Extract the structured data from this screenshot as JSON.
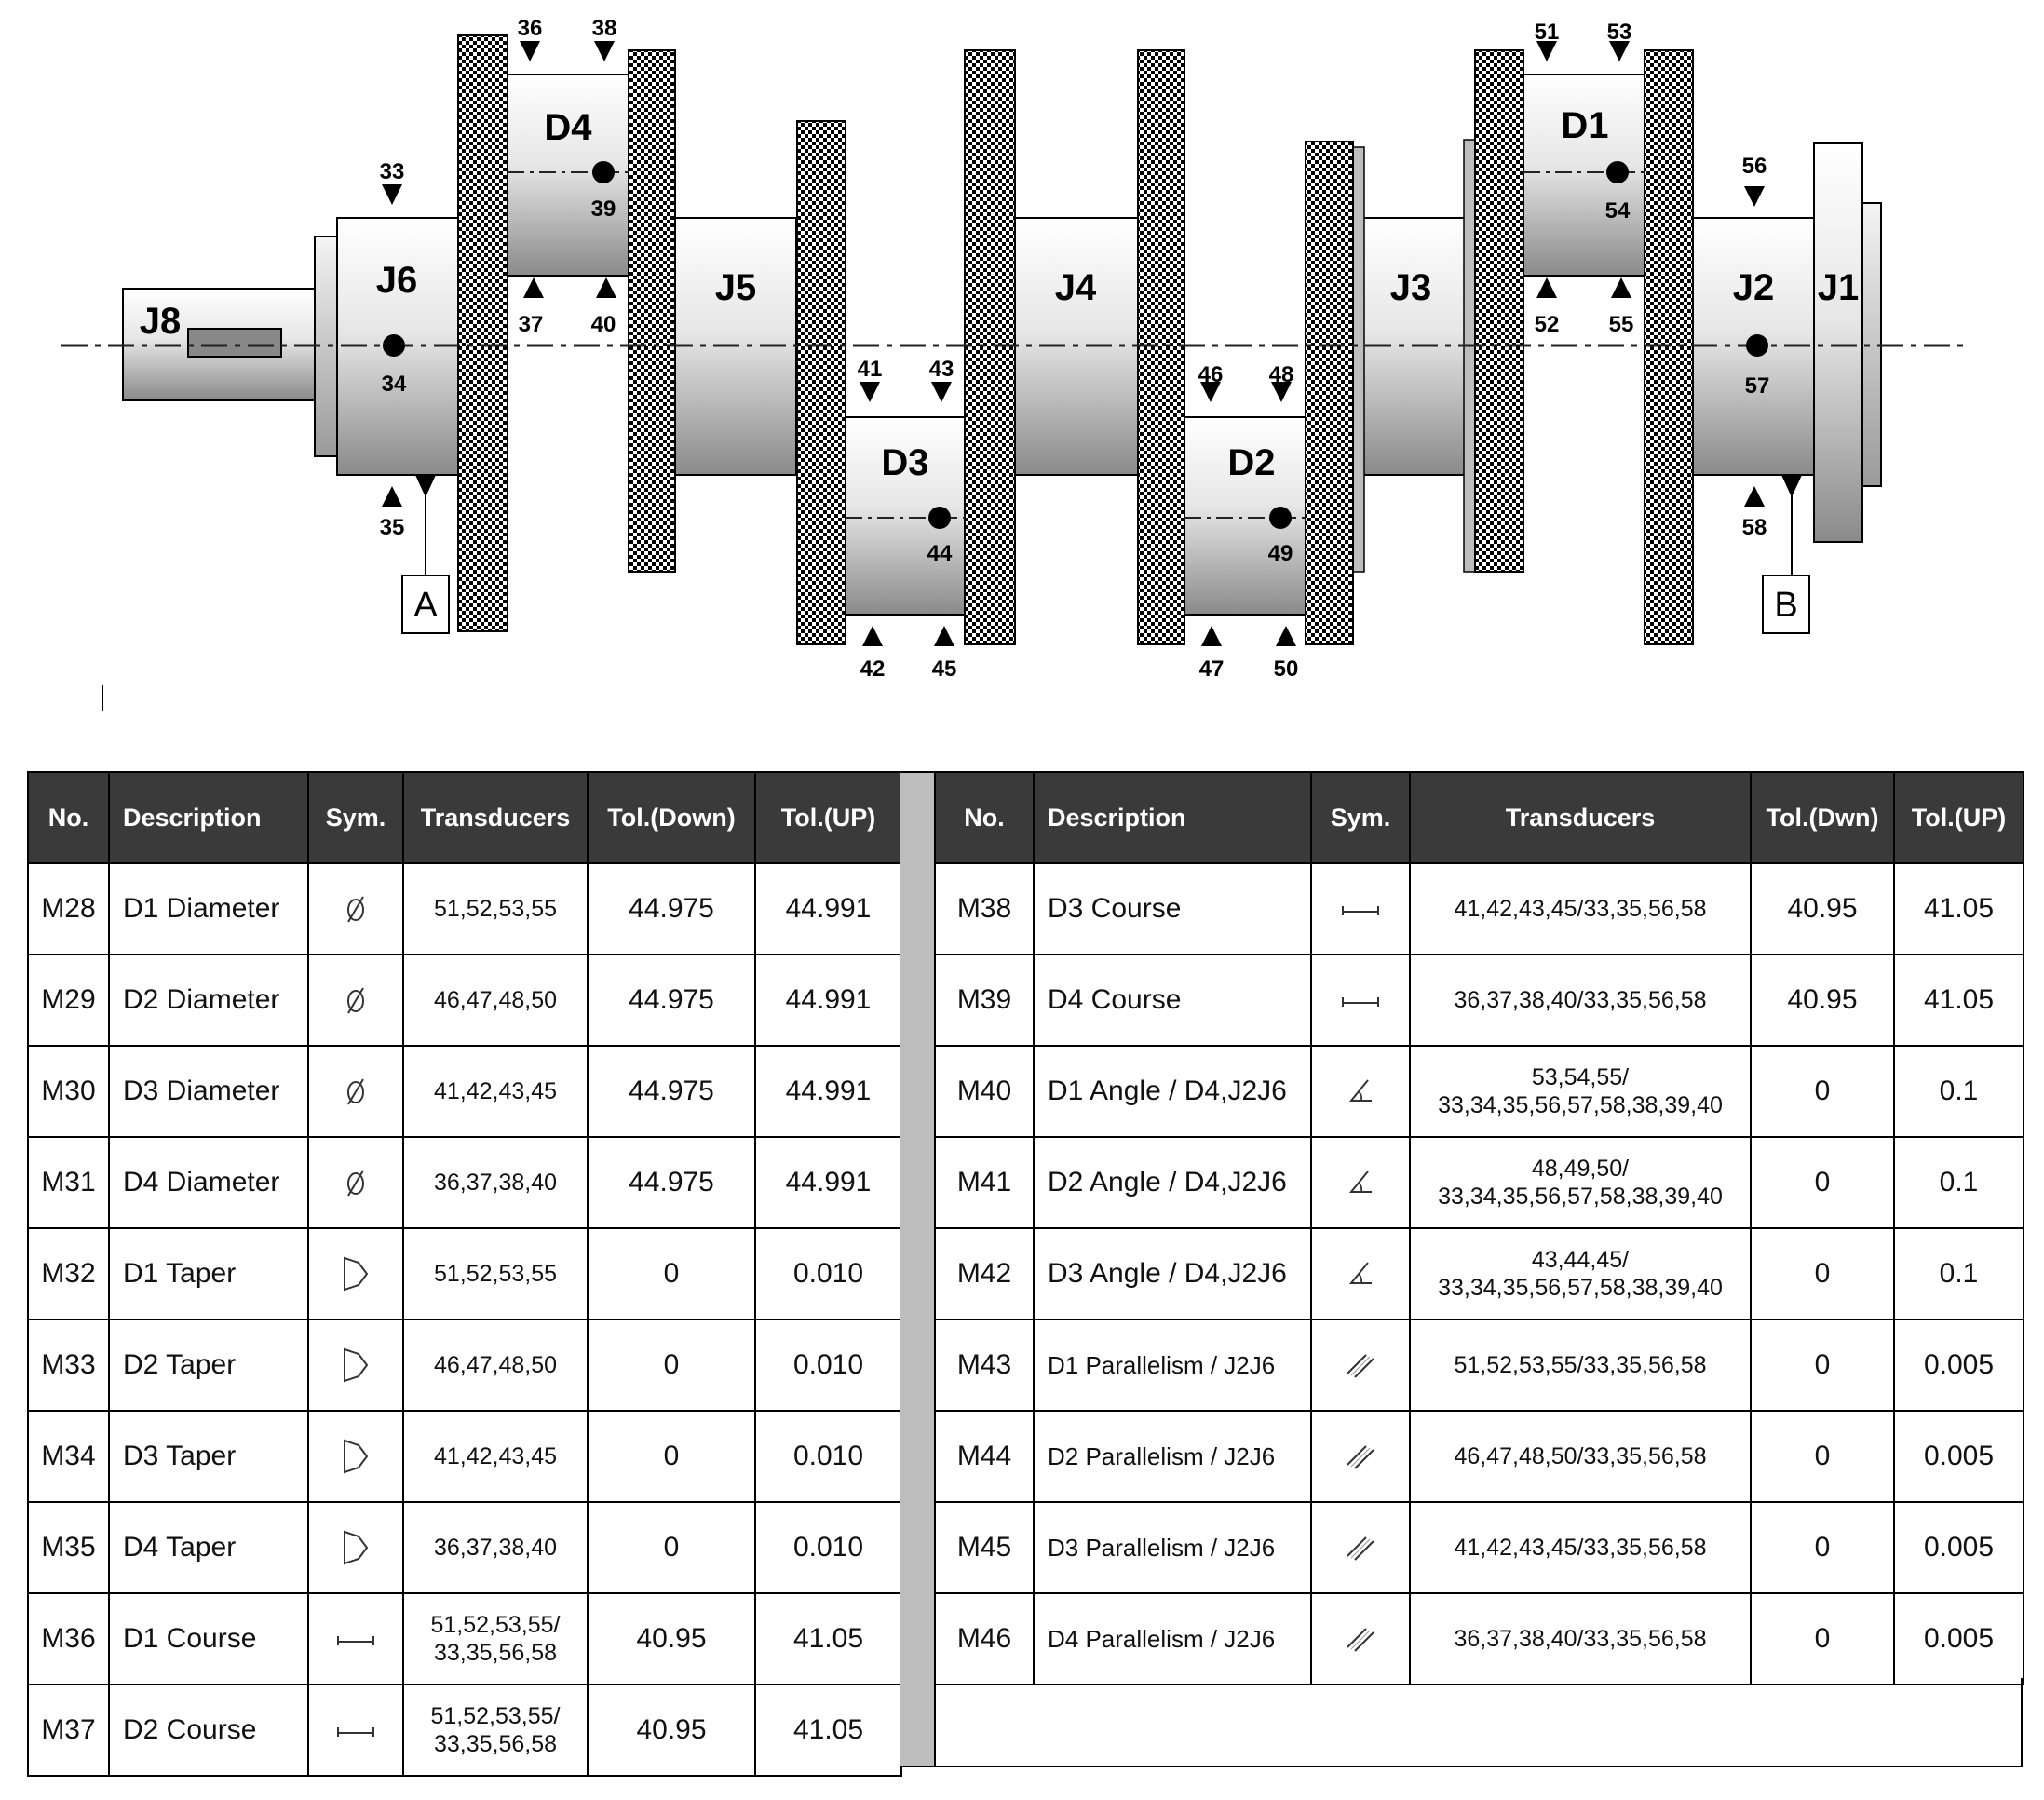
{
  "diagram": {
    "journals": [
      "J8",
      "J6",
      "J5",
      "J4",
      "J3",
      "J2",
      "J1"
    ],
    "pins": [
      "D4",
      "D3",
      "D2",
      "D1"
    ],
    "transducer_labels": [
      "33",
      "34",
      "35",
      "36",
      "37",
      "38",
      "39",
      "40",
      "41",
      "42",
      "43",
      "44",
      "45",
      "46",
      "47",
      "48",
      "49",
      "50",
      "51",
      "52",
      "53",
      "54",
      "55",
      "56",
      "57",
      "58"
    ],
    "datum_a": "A",
    "datum_b": "B"
  },
  "table_left": {
    "headers": [
      "No.",
      "Description",
      "Sym.",
      "Transducers",
      "Tol.(Down)",
      "Tol.(UP)"
    ],
    "rows": [
      {
        "no": "M28",
        "desc": "D1  Diameter",
        "sym": "diameter-icon",
        "tr1": "51,52,53,55",
        "tr2": "",
        "down": "44.975",
        "up": "44.991"
      },
      {
        "no": "M29",
        "desc": "D2  Diameter",
        "sym": "diameter-icon",
        "tr1": "46,47,48,50",
        "tr2": "",
        "down": "44.975",
        "up": "44.991"
      },
      {
        "no": "M30",
        "desc": "D3  Diameter",
        "sym": "diameter-icon",
        "tr1": "41,42,43,45",
        "tr2": "",
        "down": "44.975",
        "up": "44.991"
      },
      {
        "no": "M31",
        "desc": "D4  Diameter",
        "sym": "diameter-icon",
        "tr1": "36,37,38,40",
        "tr2": "",
        "down": "44.975",
        "up": "44.991"
      },
      {
        "no": "M32",
        "desc": "D1  Taper",
        "sym": "taper-icon",
        "tr1": "51,52,53,55",
        "tr2": "",
        "down": "0",
        "up": "0.010"
      },
      {
        "no": "M33",
        "desc": "D2  Taper",
        "sym": "taper-icon",
        "tr1": "46,47,48,50",
        "tr2": "",
        "down": "0",
        "up": "0.010"
      },
      {
        "no": "M34",
        "desc": "D3  Taper",
        "sym": "taper-icon",
        "tr1": "41,42,43,45",
        "tr2": "",
        "down": "0",
        "up": "0.010"
      },
      {
        "no": "M35",
        "desc": "D4  Taper",
        "sym": "taper-icon",
        "tr1": "36,37,38,40",
        "tr2": "",
        "down": "0",
        "up": "0.010"
      },
      {
        "no": "M36",
        "desc": "D1  Course",
        "sym": "course-icon",
        "tr1": "51,52,53,55/",
        "tr2": "33,35,56,58",
        "down": "40.95",
        "up": "41.05"
      },
      {
        "no": "M37",
        "desc": "D2  Course",
        "sym": "course-icon",
        "tr1": "51,52,53,55/",
        "tr2": "33,35,56,58",
        "down": "40.95",
        "up": "41.05"
      }
    ]
  },
  "table_right": {
    "headers": [
      "No.",
      "Description",
      "Sym.",
      "Transducers",
      "Tol.(Dwn)",
      "Tol.(UP)"
    ],
    "rows": [
      {
        "no": "M38",
        "desc": "D3  Course",
        "sym": "course-icon",
        "tr1": "41,42,43,45/33,35,56,58",
        "tr2": "",
        "down": "40.95",
        "up": "41.05"
      },
      {
        "no": "M39",
        "desc": "D4  Course",
        "sym": "course-icon",
        "tr1": "36,37,38,40/33,35,56,58",
        "tr2": "",
        "down": "40.95",
        "up": "41.05"
      },
      {
        "no": "M40",
        "desc": "D1  Angle / D4,J2J6",
        "sym": "angle-icon",
        "tr1": "53,54,55/",
        "tr2": "33,34,35,56,57,58,38,39,40",
        "down": "0",
        "up": "0.1"
      },
      {
        "no": "M41",
        "desc": "D2  Angle / D4,J2J6",
        "sym": "angle-icon",
        "tr1": "48,49,50/",
        "tr2": "33,34,35,56,57,58,38,39,40",
        "down": "0",
        "up": "0.1"
      },
      {
        "no": "M42",
        "desc": "D3  Angle / D4,J2J6",
        "sym": "angle-icon",
        "tr1": "43,44,45/",
        "tr2": "33,34,35,56,57,58,38,39,40",
        "down": "0",
        "up": "0.1"
      },
      {
        "no": "M43",
        "desc": "D1  Parallelism / J2J6",
        "sym": "parallelism-icon",
        "tr1": "51,52,53,55/33,35,56,58",
        "tr2": "",
        "down": "0",
        "up": "0.005"
      },
      {
        "no": "M44",
        "desc": "D2  Parallelism / J2J6",
        "sym": "parallelism-icon",
        "tr1": "46,47,48,50/33,35,56,58",
        "tr2": "",
        "down": "0",
        "up": "0.005"
      },
      {
        "no": "M45",
        "desc": "D3  Parallelism / J2J6",
        "sym": "parallelism-icon",
        "tr1": "41,42,43,45/33,35,56,58",
        "tr2": "",
        "down": "0",
        "up": "0.005"
      },
      {
        "no": "M46",
        "desc": "D4  Parallelism / J2J6",
        "sym": "parallelism-icon",
        "tr1": "36,37,38,40/33,35,56,58",
        "tr2": "",
        "down": "0",
        "up": "0.005"
      }
    ]
  }
}
